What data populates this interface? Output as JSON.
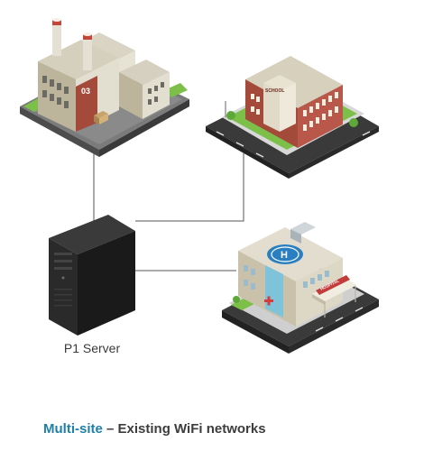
{
  "colors": {
    "accent": "#1f7fa8",
    "line": "#555555",
    "road": "#3a3a3a",
    "grass": "#7cc04a",
    "brick": "#a44a3a",
    "server": "#1e1e1e"
  },
  "nodes": {
    "factory": {
      "icon": "factory-icon",
      "sign": "03"
    },
    "school": {
      "icon": "school-icon",
      "sign": "SCHOOL"
    },
    "hospital": {
      "icon": "hospital-icon",
      "sign": "HOSPITAL",
      "roof_mark": "H"
    },
    "server": {
      "icon": "server-icon",
      "label": "P1 Server"
    }
  },
  "caption": {
    "highlight": "Multi-site",
    "rest": " – Existing WiFi networks"
  }
}
